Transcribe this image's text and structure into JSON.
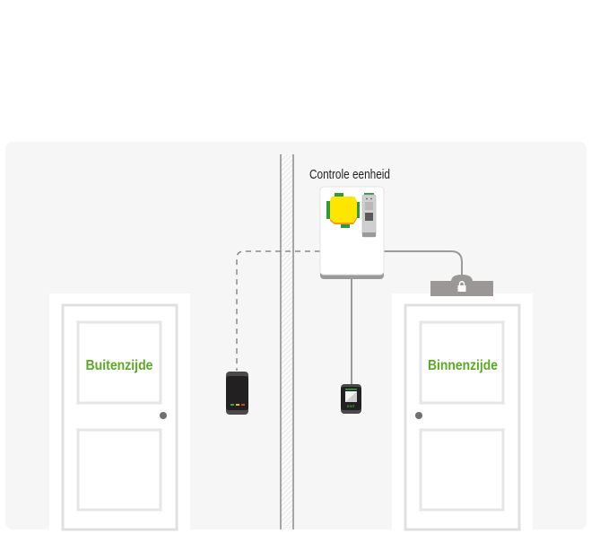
{
  "labels": {
    "control_unit": "Controle eenheid",
    "outside_door": "Buitenzijde",
    "inside_door": "Binnenzijde",
    "exit_button": "EXIT"
  },
  "colors": {
    "accent_green": "#5aaa22",
    "background": "#f6f6f6",
    "line": "#9a9a9a"
  }
}
